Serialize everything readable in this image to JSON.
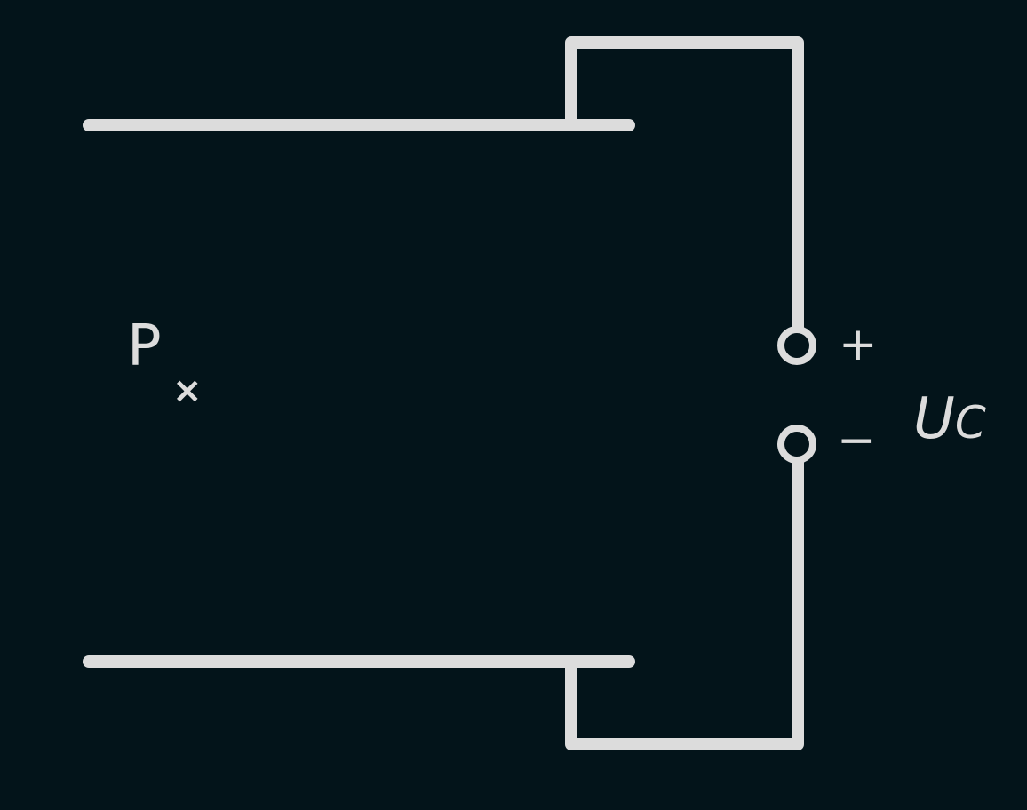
{
  "diagram": {
    "point_label": "P",
    "point_marker": "×",
    "plus_sign": "+",
    "minus_sign": "−",
    "voltage_symbol": "U",
    "voltage_subscript": "C"
  },
  "colors": {
    "background": "#03141a",
    "line": "#dcdcdc"
  }
}
